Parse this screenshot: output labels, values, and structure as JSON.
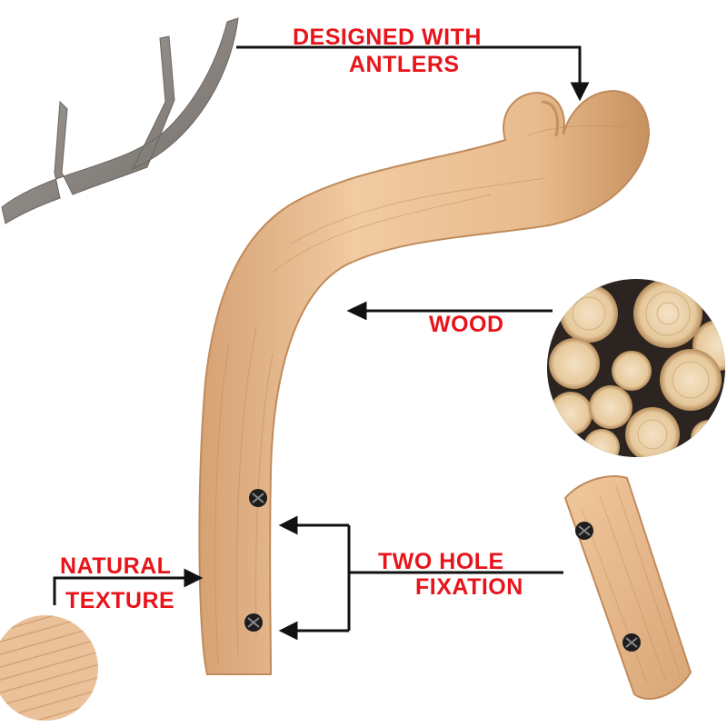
{
  "callouts": {
    "antlers": {
      "line1": "DESIGNED WITH",
      "line2": "ANTLERS"
    },
    "wood": {
      "text": "WOOD"
    },
    "fixation": {
      "line1": "TWO HOLE",
      "line2": "FIXATION"
    },
    "texture": {
      "line1": "NATURAL",
      "line2": "TEXTURE"
    }
  },
  "colors": {
    "label_red": "#e8141b",
    "arrow_black": "#111111",
    "wood_light": "#f0c9a0",
    "wood_mid": "#e2b386",
    "wood_dark": "#c99466",
    "antler_gray": "#8f8a85",
    "log_dark": "#2b2420"
  },
  "icons": {
    "antler": "antler-icon",
    "log_pile": "log-pile-icon",
    "screw": "screw-head-icon",
    "wood_grain": "wood-grain-icon"
  }
}
